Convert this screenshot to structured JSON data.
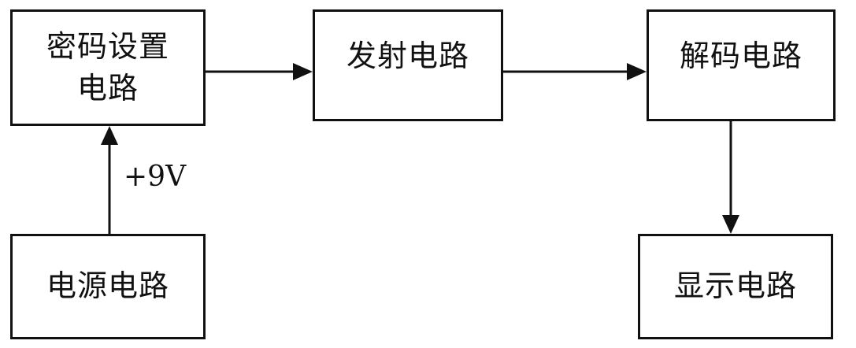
{
  "blocks": {
    "password_setting": {
      "line1": "密码设置",
      "line2": "电路"
    },
    "transmit": {
      "label": "发射电路"
    },
    "decode": {
      "label": "解码电路"
    },
    "display": {
      "label": "显示电路"
    },
    "power": {
      "label": "电源电路"
    }
  },
  "connections": {
    "power_to_password_label": "+9V"
  },
  "colors": {
    "stroke": "#111111",
    "background": "#ffffff"
  }
}
